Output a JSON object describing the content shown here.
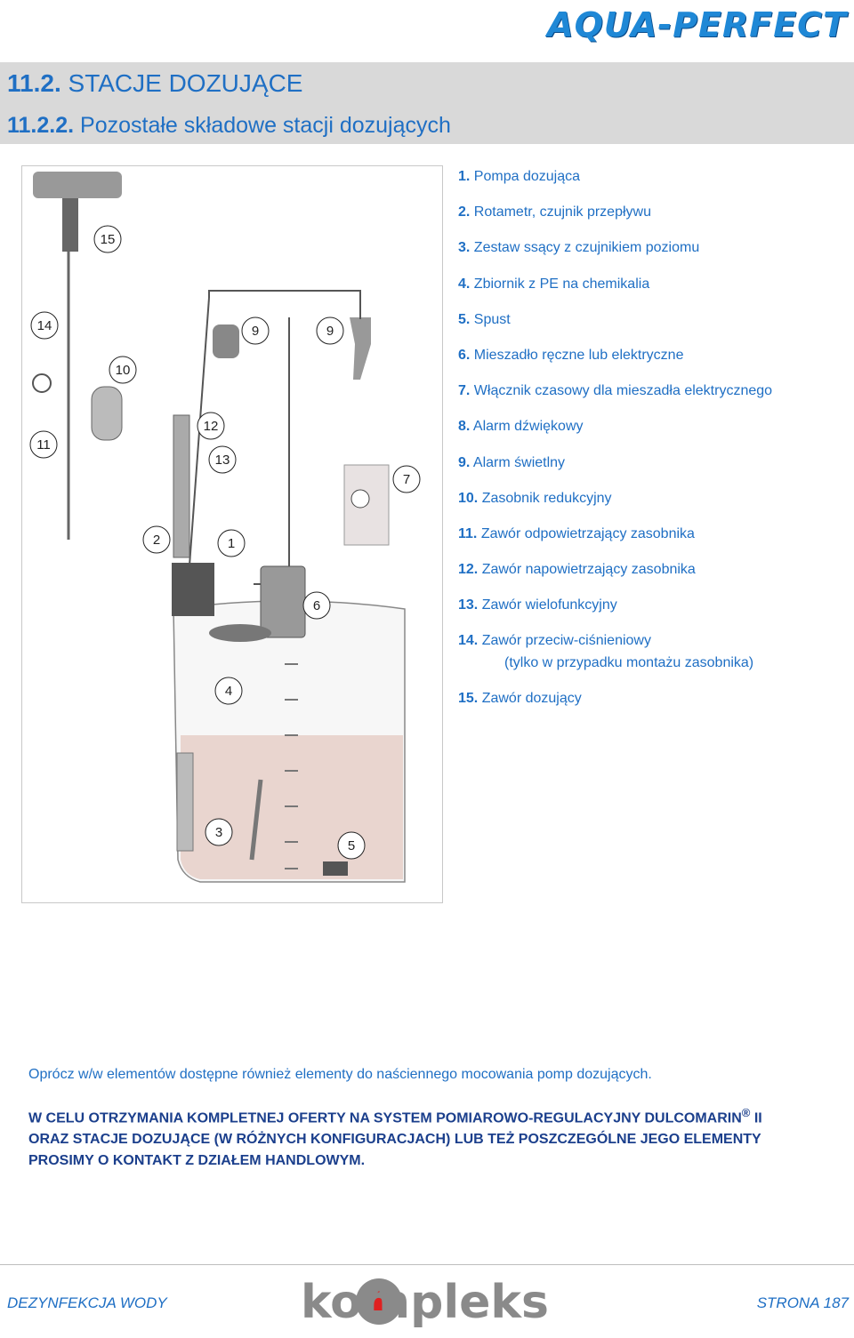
{
  "brand": {
    "logo_text": "AQUA-PERFECT"
  },
  "header": {
    "h1_number": "11.2.",
    "h1_text": "STACJE DOZUJĄCE",
    "h2_number": "11.2.2.",
    "h2_text": "Pozostałe składowe stacji dozujących"
  },
  "diagram": {
    "callouts": [
      "15",
      "14",
      "10",
      "9",
      "9",
      "11",
      "12",
      "13",
      "7",
      "2",
      "1",
      "6",
      "4",
      "3",
      "5"
    ]
  },
  "legend": [
    {
      "num": "1.",
      "text": "Pompa dozująca"
    },
    {
      "num": "2.",
      "text": "Rotametr, czujnik przepływu"
    },
    {
      "num": "3.",
      "text": "Zestaw ssący z czujnikiem poziomu"
    },
    {
      "num": "4.",
      "text": "Zbiornik z PE na chemikalia"
    },
    {
      "num": "5.",
      "text": "Spust"
    },
    {
      "num": "6.",
      "text": "Mieszadło ręczne lub elektryczne"
    },
    {
      "num": "7.",
      "text": "Włącznik czasowy dla mieszadła elektrycznego"
    },
    {
      "num": "8.",
      "text": "Alarm dźwiękowy"
    },
    {
      "num": "9.",
      "text": "Alarm świetlny"
    },
    {
      "num": "10.",
      "text": "Zasobnik redukcyjny"
    },
    {
      "num": "11.",
      "text": "Zawór odpowietrzający zasobnika"
    },
    {
      "num": "12.",
      "text": "Zawór napowietrzający zasobnika"
    },
    {
      "num": "13.",
      "text": "Zawór wielofunkcyjny"
    },
    {
      "num": "14.",
      "text": "Zawór przeciw-ciśnieniowy",
      "sub": "(tylko w przypadku montażu zasobnika)"
    },
    {
      "num": "15.",
      "text": "Zawór dozujący"
    }
  ],
  "note": "Oprócz w/w elementów dostępne również elementy do naściennego mocowania pomp dozujących.",
  "caps": {
    "line1a": "W CELU OTRZYMANIA KOMPLETNEJ OFERTY NA SYSTEM POMIAROWO-REGULACYJNY DULCOMARIN",
    "reg": "®",
    "line1b": " II",
    "line2": "ORAZ STACJE DOZUJĄCE (W RÓŻNYCH KONFIGURACJACH) LUB TEŻ POSZCZEGÓLNE JEGO ELEMENTY",
    "line3": "PROSIMY O KONTAKT Z DZIAŁEM HANDLOWYM."
  },
  "footer": {
    "left": "DEZYNFEKCJA WODY",
    "right": "STRONA 187",
    "logo_text": "kompleks"
  }
}
